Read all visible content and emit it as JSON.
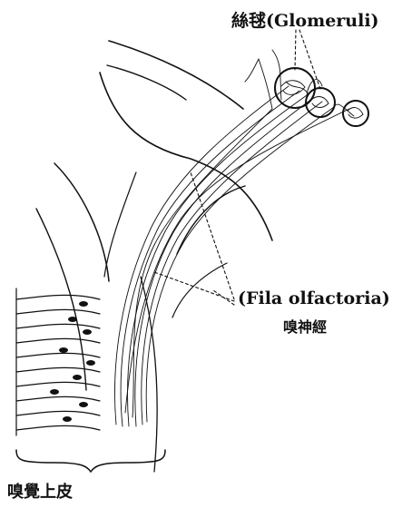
{
  "labels": {
    "glomeruli": "絲毬(Glomeruli)",
    "fila_olfactoria": "(Fila olfactoria)",
    "olfactory_nerve": "嗅神經",
    "olfactory_epithelium": "嗅覺上皮"
  },
  "colors": {
    "ink": "#111111",
    "background": "#ffffff"
  }
}
